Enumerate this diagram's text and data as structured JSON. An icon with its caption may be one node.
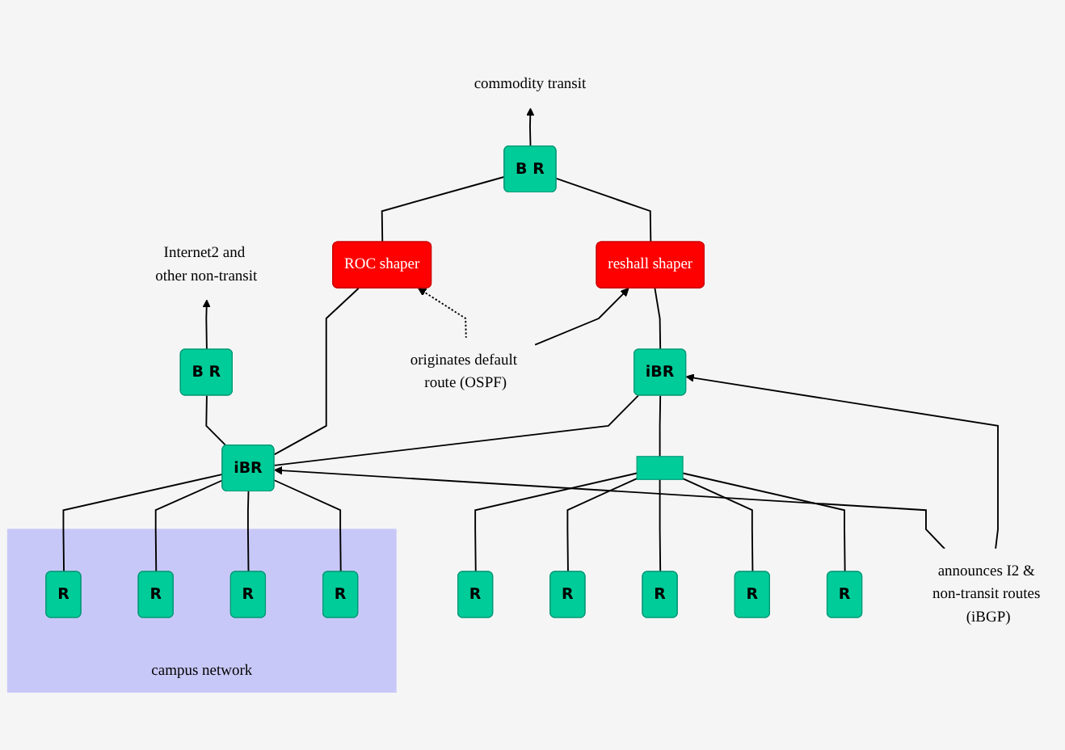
{
  "diagram": {
    "nodes": [
      {
        "text": [
          "Internet2 and other non-transit"
        ]
      },
      {
        "text": [
          "commodity transit"
        ]
      },
      {
        "text": [
          "B R"
        ]
      },
      {
        "text": [
          "B R"
        ]
      },
      {
        "text": [
          "iBR"
        ]
      },
      {
        "text": [
          "iBR"
        ]
      },
      {
        "text": [
          "campus network"
        ]
      },
      {
        "text": [
          "R"
        ],
        "in": 6
      },
      {
        "text": [
          "R"
        ],
        "in": 6
      },
      {
        "text": [
          "R"
        ],
        "in": 6
      },
      {
        "text": [
          "R"
        ],
        "in": 6
      },
      {
        "text": [],
        "shape": "box"
      },
      {
        "text": [
          "R"
        ]
      },
      {
        "text": [
          "R"
        ]
      },
      {
        "text": [
          "R"
        ]
      },
      {
        "text": [
          "R"
        ]
      },
      {
        "text": [
          "R"
        ]
      },
      {
        "text": [
          "ROC shaper"
        ]
      },
      {
        "text": [
          "reshall shaper"
        ]
      },
      {
        "text": [
          "announces I2 & non-transit routes (iBGP)"
        ]
      },
      {
        "text": [
          "originates default route (OSPF)"
        ]
      }
    ],
    "edges": [
      {
        "from": 2,
        "to": 0,
        "arrow": "to"
      },
      {
        "from": 3,
        "to": 1,
        "arrow": "to"
      },
      {
        "from": 2,
        "to": 4,
        "arrow": "none"
      },
      {
        "from": 3,
        "to": 17,
        "arrow": "none"
      },
      {
        "from": 17,
        "to": 4,
        "arrow": "none"
      },
      {
        "from": 3,
        "to": 18,
        "arrow": "none"
      },
      {
        "from": 18,
        "to": 5,
        "arrow": "none"
      },
      {
        "from": 4,
        "to": 5,
        "arrow": "none"
      },
      {
        "from": 4,
        "to": 7,
        "arrow": "none"
      },
      {
        "from": 4,
        "to": 8,
        "arrow": "none"
      },
      {
        "from": 4,
        "to": 9,
        "arrow": "none"
      },
      {
        "from": 4,
        "to": 10,
        "arrow": "none"
      },
      {
        "from": 5,
        "to": 11,
        "arrow": "none"
      },
      {
        "from": 11,
        "to": 12,
        "arrow": "none"
      },
      {
        "from": 11,
        "to": 13,
        "arrow": "none"
      },
      {
        "from": 11,
        "to": 14,
        "arrow": "none"
      },
      {
        "from": 11,
        "to": 15,
        "arrow": "none"
      },
      {
        "from": 11,
        "to": 16,
        "arrow": "none"
      },
      {
        "from": 19,
        "to": 4,
        "arrow": "to"
      },
      {
        "from": 19,
        "to": 5,
        "arrow": "to"
      },
      {
        "from": 20,
        "to": 17,
        "arrow": "to",
        "style": "dashed"
      },
      {
        "from": 20,
        "to": 18,
        "arrow": "to"
      }
    ]
  }
}
